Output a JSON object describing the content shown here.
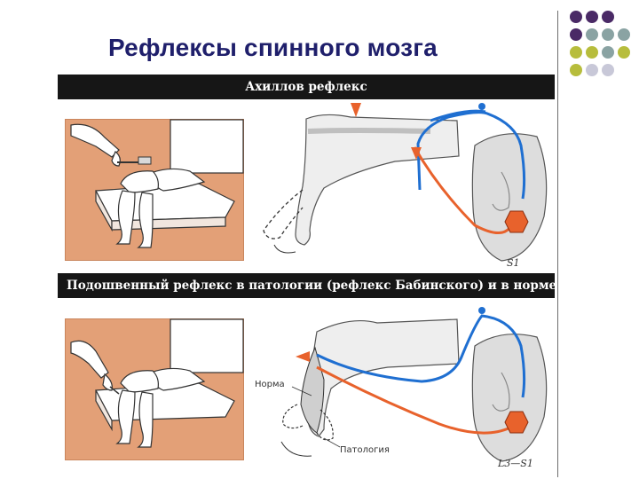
{
  "title": "Рефлексы спинного мозга",
  "sections": [
    {
      "heading": "Ахиллов рефлекс",
      "segment": "S1"
    },
    {
      "heading": "Подошвенный рефлекс в патологии (рефлекс Бабинского) и в норме",
      "segment": "L3—S1"
    }
  ],
  "labels": {
    "normal": "Норма",
    "pathology": "Патология"
  },
  "colors": {
    "title": "#1f1f6b",
    "panel": "#e3a077",
    "afferent": "#e8622c",
    "efferent": "#1f6fd1",
    "band": "#161616"
  },
  "decor_dots": [
    "#4a2a66",
    "#4a2a66",
    "#4a2a66",
    "#4a2a66",
    "#8aa3a3",
    "#8aa3a3",
    "#8aa3a3",
    "#b7bd3c",
    "#b7bd3c",
    "#8aa3a3",
    "#b7bd3c",
    "#b7bd3c",
    "#c8c8d8",
    "#c8c8d8"
  ]
}
